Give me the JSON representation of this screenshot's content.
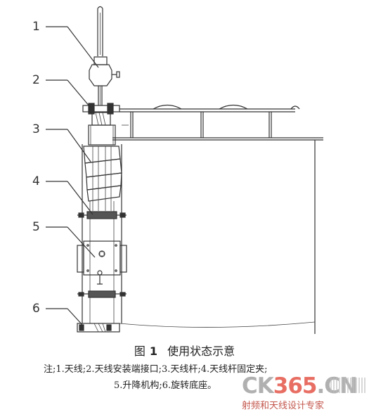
{
  "callouts": [
    "1",
    "2",
    "3",
    "4",
    "5",
    "6"
  ],
  "caption": {
    "figure_label": "图",
    "figure_number": "1",
    "title": "使用状态示意"
  },
  "notes": {
    "line1": "注;1.天线;2.天线安装端接口;3.天线杆;4.天线杆固定夹;",
    "line2": "5.升降机构;6.旋转底座。"
  },
  "watermark": {
    "logo_left": "CK",
    "logo_mid": "365",
    "logo_right": ".CN",
    "tagline": "射频和天线设计专家"
  }
}
